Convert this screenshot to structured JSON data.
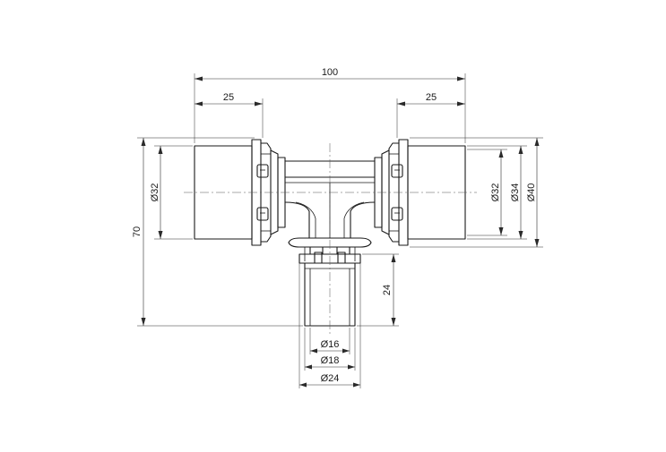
{
  "dimensions": {
    "overall_width": "100",
    "left_socket_length": "25",
    "right_socket_length": "25",
    "overall_height": "70",
    "left_diameter": "Ø32",
    "right_diameter_inner": "Ø32",
    "right_diameter_mid": "Ø34",
    "right_diameter_outer": "Ø40",
    "branch_length": "24",
    "branch_diameter_inner": "Ø16",
    "branch_diameter_mid": "Ø18",
    "branch_diameter_outer": "Ø24"
  }
}
